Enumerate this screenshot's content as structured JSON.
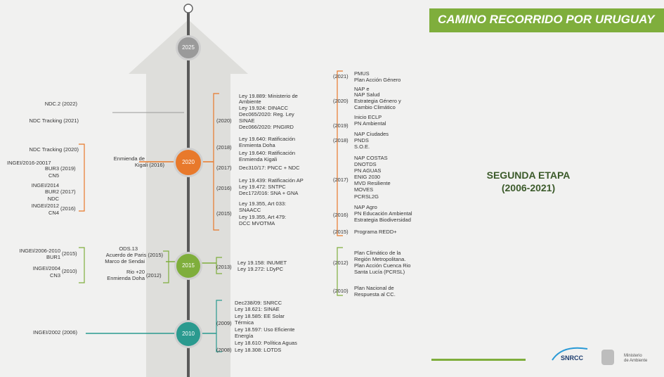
{
  "header": {
    "title": "CAMINO RECORRIDO POR URUGUAY"
  },
  "stage": {
    "line1": "SEGUNDA ETAPA",
    "line2": "(2006-2021)"
  },
  "milestones": {
    "m2025": "2025",
    "m2020": "2020",
    "m2015": "2015",
    "m2010": "2010"
  },
  "left_items": [
    "NDC.2 (2022)",
    "NDC Tracking (2021)",
    "NDC Tracking (2020)",
    "INGEI/2016-20017",
    "BUR3",
    "(2019)",
    "CN5",
    "INGEI/2014",
    "BUR2",
    "(2017)",
    "NDC",
    "INGEI/2012",
    "(2016)",
    "CN4",
    "INGEI/2006-2010",
    "(2015)",
    "BUR1",
    "INGEI/2004",
    "(2010)",
    "CN3",
    "INGEI/2002 (2006)"
  ],
  "inner_left": [
    "Enmienda de",
    "Kigali (2016)",
    "ODS.13",
    "Acuerdo de Paris (2015)",
    "Marco de Sendai",
    "Rio +20",
    "Enmienda Doha",
    "(2012)"
  ],
  "center_right": [
    "Ley 19.889: Ministerio de",
    "Ambiente",
    "Ley 19.924: DINACC",
    "Dec065/2020: Reg. Ley",
    "(2020)",
    "SINAE",
    "Dec066/2020: PNGIRD",
    "Ley 19.640: Ratificación",
    "(2018)",
    "Enmienta  Doha",
    "Ley 19.640: Ratificación",
    "Enmienda Kigali",
    "(2017)",
    "Dec310/17:  PNCC + NDC",
    "Ley 19.439: Ratificación AP",
    "(2016)",
    "Ley 19.472: SNTPC",
    "Dec172/016:  SNA + GNA",
    "Ley 19.355, Art 033:",
    "(2015)",
    "SNAACC",
    "Ley 19.355, Art 479:",
    "DCC MVOTMA",
    "(2013)",
    "Ley 19.158: INUMET",
    "Ley 19.272: LDyPC",
    "Dec238/09: SNRCC",
    "Ley 18.621: SINAE",
    "Ley 18.585: EE Solar",
    "(2009)",
    "Térmica",
    "Ley 18.597: Uso Eficiente",
    "Energía",
    "Ley 18.610: Política Aguas",
    "(2008)",
    "Ley 18.308: LOTDS"
  ],
  "far_right": [
    "(2021)",
    "PMUS",
    "Plan Acción Género",
    "NAP e",
    "NAP Salud",
    "(2020)",
    "Estrategia Género y",
    "Cambio Climático",
    "Inicio ECLP",
    "(2019)",
    "PN Ambiental",
    "NAP Ciudades",
    "(2018)",
    "PNDS",
    "S.O.E.",
    "NAP COSTAS",
    "DNOTDS",
    "PN AGUAS",
    "(2017)",
    "ENIG 2030",
    "MVD Resiliente",
    "MOVES",
    "PCRSL2G",
    "NAP Agro",
    "(2016)",
    "PN Educación  Ambiental",
    "Estrategia Biodiversidad",
    "(2015)",
    "Programa REDD+",
    "Plan Climático de la",
    "Región Metropolitana.",
    "(2012)",
    "Plan Acción Cuenca Rio",
    "Santa Lucía (PCRSL)",
    "Plan Nacional de",
    "(2010)",
    "Respuesta al  CC."
  ],
  "footer": {
    "snrcc": "SNRCC",
    "ministry1": "Ministerio",
    "ministry2": "de Ambiente"
  },
  "colors": {
    "green": "#7fae3c",
    "orange": "#e8792b",
    "teal": "#2a9a8f",
    "gray_arrow": "#dededb"
  }
}
